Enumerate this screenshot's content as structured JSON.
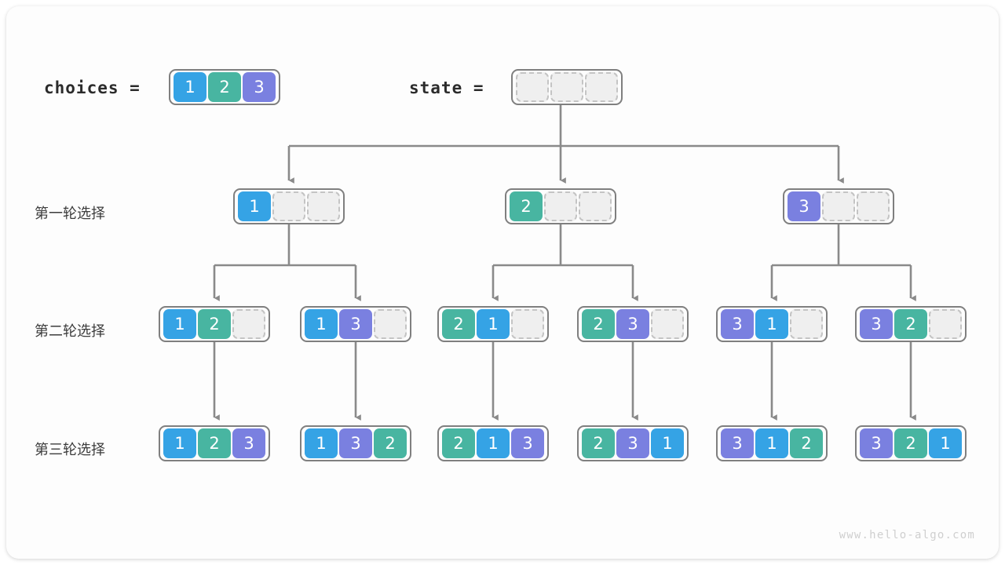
{
  "meta": {
    "watermark": "www.hello-algo.com",
    "colors": {
      "value_1": "#35a3e5",
      "value_2": "#48b5a1",
      "value_3": "#7a80e0",
      "empty_fill": "#efefef",
      "empty_border": "#c4c4c4",
      "box_border": "#7f7f7f",
      "wire": "#8a8a8a",
      "background": "#fdfdfd"
    }
  },
  "header": {
    "choices_label": "choices =",
    "choices_cells": [
      "1",
      "2",
      "3"
    ],
    "state_label": "state =",
    "state_cells": [
      "",
      "",
      ""
    ]
  },
  "rows": [
    {
      "label": "第一轮选择",
      "nodes": [
        {
          "cells": [
            "1",
            "",
            ""
          ]
        },
        {
          "cells": [
            "2",
            "",
            ""
          ]
        },
        {
          "cells": [
            "3",
            "",
            ""
          ]
        }
      ]
    },
    {
      "label": "第二轮选择",
      "nodes": [
        {
          "cells": [
            "1",
            "2",
            ""
          ]
        },
        {
          "cells": [
            "1",
            "3",
            ""
          ]
        },
        {
          "cells": [
            "2",
            "1",
            ""
          ]
        },
        {
          "cells": [
            "2",
            "3",
            ""
          ]
        },
        {
          "cells": [
            "3",
            "1",
            ""
          ]
        },
        {
          "cells": [
            "3",
            "2",
            ""
          ]
        }
      ]
    },
    {
      "label": "第三轮选择",
      "nodes": [
        {
          "cells": [
            "1",
            "2",
            "3"
          ]
        },
        {
          "cells": [
            "1",
            "3",
            "2"
          ]
        },
        {
          "cells": [
            "2",
            "1",
            "3"
          ]
        },
        {
          "cells": [
            "2",
            "3",
            "1"
          ]
        },
        {
          "cells": [
            "3",
            "1",
            "2"
          ]
        },
        {
          "cells": [
            "3",
            "2",
            "1"
          ]
        }
      ]
    }
  ]
}
